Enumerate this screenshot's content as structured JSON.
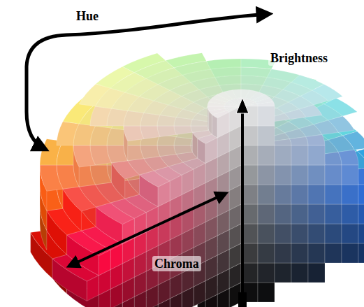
{
  "diagram": {
    "labels": [
      "Hue",
      "Brightness",
      "Chroma"
    ]
  }
}
